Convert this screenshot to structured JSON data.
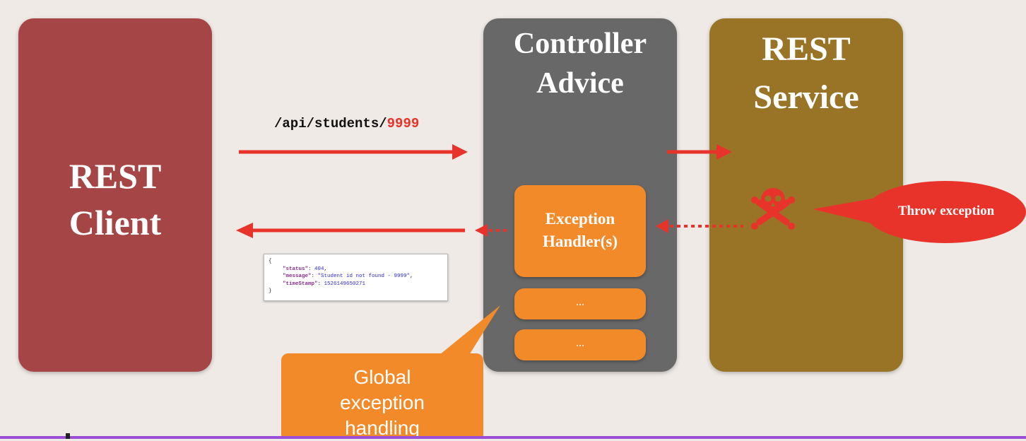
{
  "client": {
    "title": "REST\nClient"
  },
  "advice": {
    "title": "Controller\nAdvice",
    "handler_label": "Exception\nHandler(s)",
    "more_labels": [
      "...",
      "..."
    ]
  },
  "service": {
    "title": "REST\nService"
  },
  "request": {
    "path": "/api/students/",
    "id": "9999"
  },
  "response_json": {
    "open": "{",
    "status_key": "\"status\"",
    "status_value": "404",
    "message_key": "\"message\"",
    "message_value": "\"Student id not found - 9999\"",
    "timestamp_key": "\"timeStamp\"",
    "timestamp_value": "1526149650271",
    "close": "}"
  },
  "callouts": {
    "throw": "Throw exception",
    "global": "Global\nexception\nhandling"
  },
  "colors": {
    "client": "#a54545",
    "advice": "#686868",
    "service": "#9a7426",
    "handler": "#f28a2a",
    "arrow": "#e8332a",
    "background": "#efeae6"
  },
  "icons": {
    "exception": "skull-crossbones-icon"
  }
}
